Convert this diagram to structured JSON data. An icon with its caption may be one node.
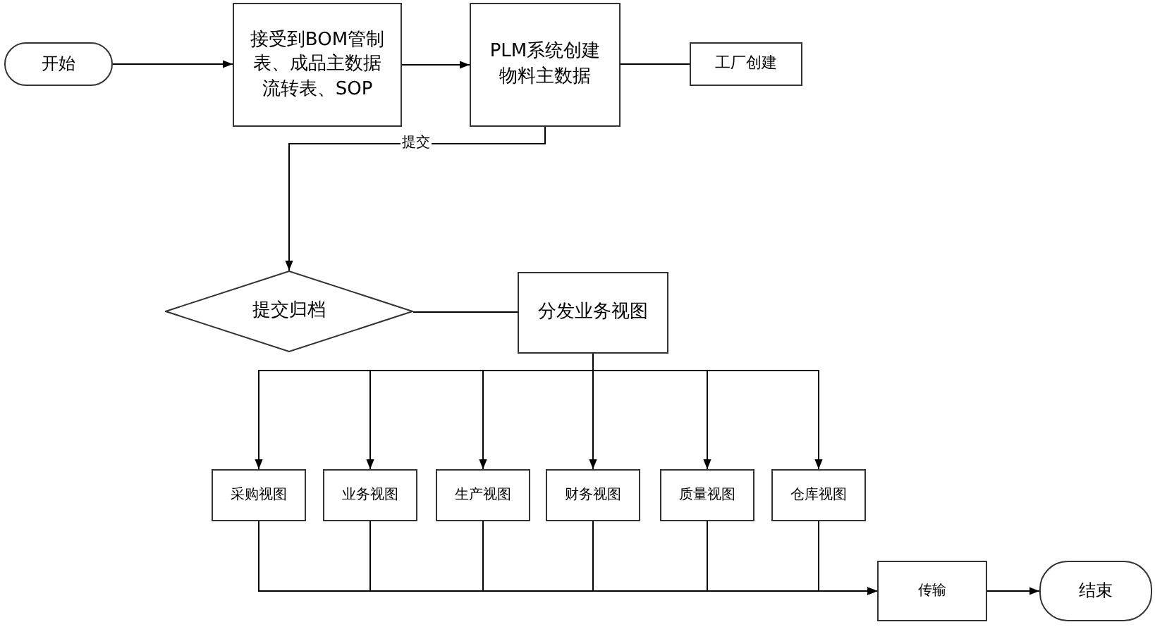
{
  "diagram": {
    "nodes": [
      {
        "text": [
          "开始"
        ]
      },
      {
        "text": [
          "接受到BOM管制表、成品主数据流转表、SOP"
        ]
      },
      {
        "text": [
          "PLM系统创建物料主数据"
        ]
      },
      {
        "text": [
          "工厂创建"
        ]
      },
      {
        "text": [
          "提交归档"
        ]
      },
      {
        "text": [
          "分发业务视图"
        ]
      },
      {
        "text": [
          "采购视图"
        ]
      },
      {
        "text": [
          "业务视图"
        ]
      },
      {
        "text": [
          "生产视图"
        ]
      },
      {
        "text": [
          "财务视图"
        ]
      },
      {
        "text": [
          "质量视图"
        ]
      },
      {
        "text": [
          "仓库视图"
        ]
      },
      {
        "text": [
          "传输"
        ]
      },
      {
        "text": [
          "结束"
        ]
      }
    ],
    "edges": [
      {
        "from": 0,
        "to": 1,
        "arrow": "to"
      },
      {
        "from": 1,
        "to": 2,
        "arrow": "to"
      },
      {
        "from": 2,
        "to": 3,
        "arrow": "none"
      },
      {
        "from": 2,
        "to": 4,
        "arrow": "to",
        "label": "提交"
      },
      {
        "from": 4,
        "to": 5,
        "arrow": "none"
      },
      {
        "from": 5,
        "to": 6,
        "arrow": "to"
      },
      {
        "from": 5,
        "to": 7,
        "arrow": "to"
      },
      {
        "from": 5,
        "to": 8,
        "arrow": "to"
      },
      {
        "from": 5,
        "to": 9,
        "arrow": "to"
      },
      {
        "from": 5,
        "to": 10,
        "arrow": "to"
      },
      {
        "from": 5,
        "to": 11,
        "arrow": "to"
      },
      {
        "from": 6,
        "to": 12,
        "arrow": "to"
      },
      {
        "from": 7,
        "to": 12,
        "arrow": "to"
      },
      {
        "from": 8,
        "to": 12,
        "arrow": "to"
      },
      {
        "from": 9,
        "to": 12,
        "arrow": "to"
      },
      {
        "from": 10,
        "to": 12,
        "arrow": "to"
      },
      {
        "from": 11,
        "to": 12,
        "arrow": "to"
      },
      {
        "from": 12,
        "to": 13,
        "arrow": "to"
      }
    ]
  }
}
